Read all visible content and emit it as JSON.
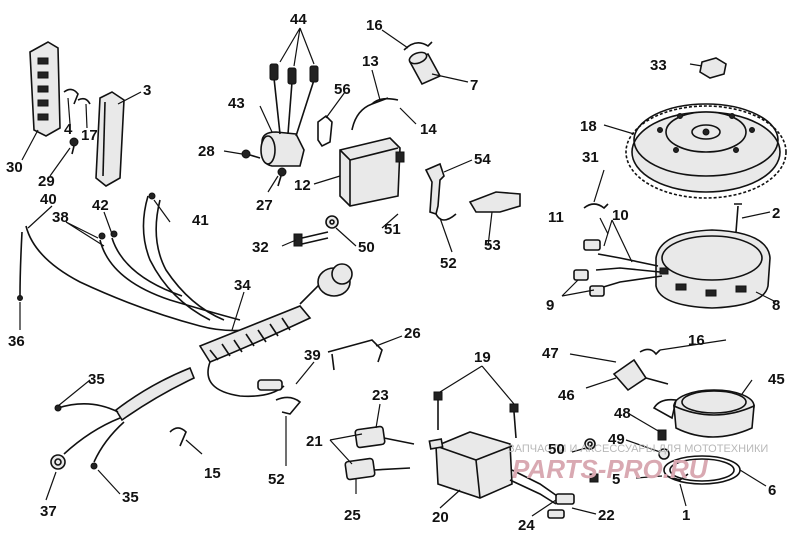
{
  "diagram": {
    "labels": {
      "p1": "1",
      "p2": "2",
      "p3": "3",
      "p4": "4",
      "p5": "5",
      "p6": "6",
      "p7": "7",
      "p8": "8",
      "p9": "9",
      "p10": "10",
      "p11": "11",
      "p12": "12",
      "p13": "13",
      "p14": "14",
      "p15": "15",
      "p16a": "16",
      "p16b": "16",
      "p17": "17",
      "p18": "18",
      "p19": "19",
      "p20": "20",
      "p21": "21",
      "p22": "22",
      "p23": "23",
      "p24": "24",
      "p25": "25",
      "p26": "26",
      "p27": "27",
      "p28": "28",
      "p29": "29",
      "p30": "30",
      "p31": "31",
      "p32": "32",
      "p33": "33",
      "p34": "34",
      "p35a": "35",
      "p35b": "35",
      "p36": "36",
      "p37": "37",
      "p38": "38",
      "p39": "39",
      "p40": "40",
      "p41": "41",
      "p42": "42",
      "p43": "43",
      "p44": "44",
      "p45": "45",
      "p46": "46",
      "p47": "47",
      "p48": "48",
      "p49": "49",
      "p50a": "50",
      "p50b": "50",
      "p51": "51",
      "p52a": "52",
      "p52b": "52",
      "p53": "53",
      "p54": "54",
      "p56": "56"
    },
    "watermark": {
      "text": "ЗАПЧАСТИ И АКСЕССУАРЫ ДЛЯ МОТОТЕХНИКИ",
      "logo": "PARTS-PRO.RU"
    }
  }
}
